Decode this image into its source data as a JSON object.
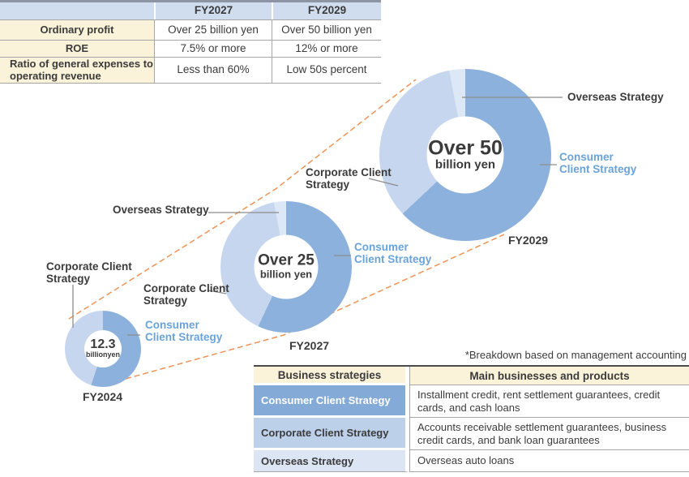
{
  "colors": {
    "consumer_segment": "#8cb1dd",
    "corporate_segment": "#c6d6ee",
    "overseas_segment": "#dde8f6",
    "consumer_label_text": "#6aa3d9",
    "growth_dash": "#ef9356",
    "leader_gray": "#8c8c8c",
    "line_gray": "#a6a6a6",
    "text_dark": "#3b3b3b",
    "kpi_header_bg": "#d0ddef",
    "kpi_top_border": "#8d94a3",
    "strategy_top_border": "#4a4a4a",
    "label_col_bg": "#faf3d9",
    "consumer_row_bg": "#84aad8",
    "corporate_row_bg": "#bdd0ea",
    "overseas_row_bg": "#dbe5f3"
  },
  "kpi_table": {
    "col_headers": [
      "FY2027",
      "FY2029"
    ],
    "rows": [
      {
        "label": "Ordinary profit",
        "values": [
          "Over 25 billion yen",
          "Over 50 billion yen"
        ]
      },
      {
        "label": "ROE",
        "values": [
          "7.5% or more",
          "12% or more"
        ]
      },
      {
        "label": "Ratio of general expenses to operating revenue",
        "values": [
          "Less than 60%",
          "Low 50s percent"
        ]
      }
    ]
  },
  "chart_data": {
    "type": "pie",
    "subtype": "donut-series",
    "unit": "ordinary profit, billion yen",
    "donuts": [
      {
        "id": "fy2024",
        "period": "FY2024",
        "center_value": "12.3",
        "center_unit": "billionyen",
        "segments": [
          {
            "label": "Consumer Client Strategy",
            "key": "consumer_segment",
            "percent": 55
          },
          {
            "label": "Corporate Client Strategy",
            "key": "corporate_segment",
            "percent": 45
          }
        ]
      },
      {
        "id": "fy2027",
        "period": "FY2027",
        "center_value": "Over 25",
        "center_unit": "billion yen",
        "segments": [
          {
            "label": "Consumer Client Strategy",
            "key": "consumer_segment",
            "percent": 57
          },
          {
            "label": "Corporate Client Strategy",
            "key": "corporate_segment",
            "percent": 40
          },
          {
            "label": "Overseas Strategy",
            "key": "overseas_segment",
            "percent": 3
          }
        ]
      },
      {
        "id": "fy2029",
        "period": "FY2029",
        "center_value": "Over 50",
        "center_unit": "billion yen",
        "segments": [
          {
            "label": "Consumer Client Strategy",
            "key": "consumer_segment",
            "percent": 63
          },
          {
            "label": "Corporate Client Strategy",
            "key": "corporate_segment",
            "percent": 34
          },
          {
            "label": "Overseas Strategy",
            "key": "overseas_segment",
            "percent": 3
          }
        ]
      }
    ]
  },
  "strategy_table": {
    "note": "*Breakdown based on management accounting",
    "headers": [
      "Business strategies",
      "Main businesses and products"
    ],
    "rows": [
      {
        "strategy": "Consumer Client Strategy",
        "products": "Installment credit, rent settlement guarantees, credit cards, and cash loans"
      },
      {
        "strategy": "Corporate Client Strategy",
        "products": "Accounts receivable settlement guarantees, business credit cards, and bank loan guarantees"
      },
      {
        "strategy": "Overseas Strategy",
        "products": "Overseas auto loans"
      }
    ]
  }
}
